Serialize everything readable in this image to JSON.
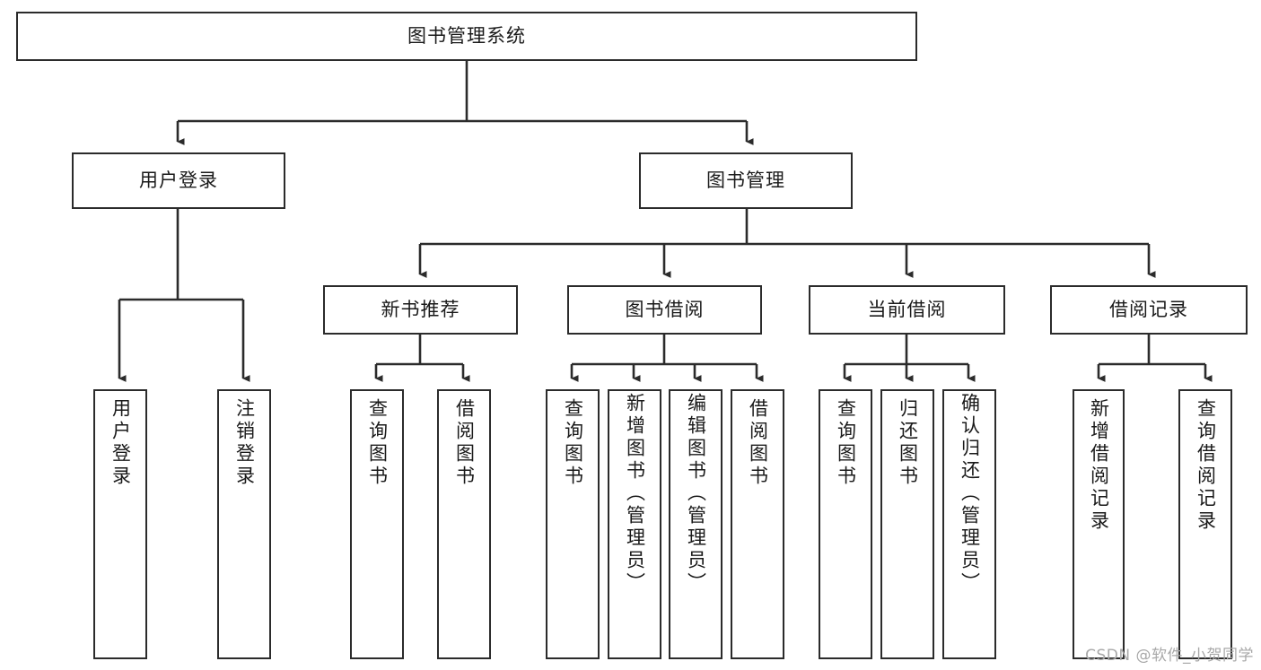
{
  "diagram": {
    "title": "图书管理系统",
    "type": "tree-hierarchy",
    "watermark": "CSDN @软件_小贺同学",
    "colors": {
      "box_border": "#2b2b2b",
      "box_fill": "#ffffff",
      "connector": "#2b2b2b",
      "text": "#1a1a1a",
      "watermark": "#a8a8a8"
    }
  },
  "root": {
    "label": "图书管理系统"
  },
  "level1": [
    {
      "label": "用户登录"
    },
    {
      "label": "图书管理"
    }
  ],
  "level2": [
    {
      "label": "新书推荐"
    },
    {
      "label": "图书借阅"
    },
    {
      "label": "当前借阅"
    },
    {
      "label": "借阅记录"
    }
  ],
  "leaves": {
    "user_login": [
      {
        "label": "用户登录"
      },
      {
        "label": "注销登录"
      }
    ],
    "new_book_recommend": [
      {
        "label": "查询图书"
      },
      {
        "label": "借阅图书"
      }
    ],
    "book_borrow": [
      {
        "label": "查询图书"
      },
      {
        "label": "新增图书（管理员）"
      },
      {
        "label": "编辑图书（管理员）"
      },
      {
        "label": "借阅图书"
      }
    ],
    "current_borrow": [
      {
        "label": "查询图书"
      },
      {
        "label": "归还图书"
      },
      {
        "label": "确认归还（管理员）"
      }
    ],
    "borrow_record": [
      {
        "label": "新增借阅记录"
      },
      {
        "label": "查询借阅记录"
      }
    ]
  }
}
